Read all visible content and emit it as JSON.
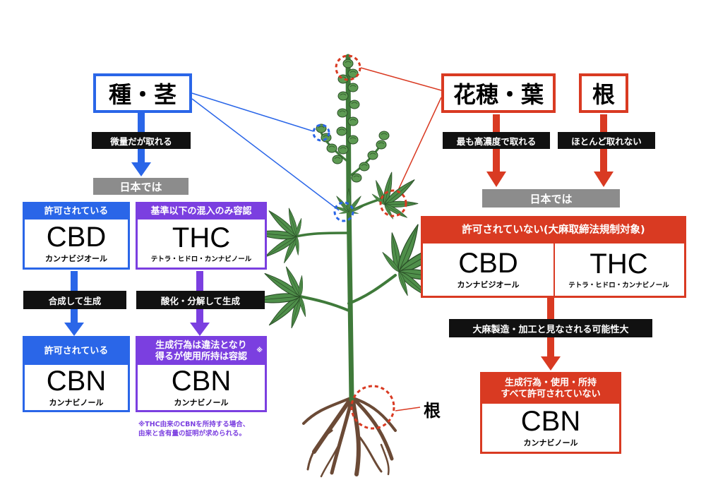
{
  "left": {
    "title": "種・茎",
    "pill1": "微量だが取れる",
    "japan": "日本では",
    "cbd": {
      "header": "許可されている",
      "name": "CBD",
      "sub": "カンナビジオール"
    },
    "thc": {
      "header": "基準以下の混入のみ容認",
      "name": "THC",
      "sub": "テトラ・ヒドロ・カンナビノール"
    },
    "pill_cbd": "合成して生成",
    "pill_thc": "酸化・分解して生成",
    "cbn_blue": {
      "header": "許可されている",
      "name": "CBN",
      "sub": "カンナビノール"
    },
    "cbn_purple": {
      "header_line1": "生成行為は違法となり",
      "header_line2": "得るが使用所持は容認",
      "mark": "※",
      "name": "CBN",
      "sub": "カンナビノール"
    },
    "note_line1": "※THC由来のCBNを所持する場合、",
    "note_line2": "由来と含有量の証明が求められる。"
  },
  "right": {
    "title_flower": "花穂・葉",
    "title_root": "根",
    "pill_flower": "最も高濃度で取れる",
    "pill_root": "ほとんど取れない",
    "japan": "日本では",
    "header": "許可されていない(大麻取締法規制対象)",
    "cbd": {
      "name": "CBD",
      "sub": "カンナビジオール"
    },
    "thc": {
      "name": "THC",
      "sub": "テトラ・ヒドロ・カンナビノール"
    },
    "pill_possibility": "大麻製造・加工と見なされる可能性大",
    "cbn": {
      "header_line1": "生成行為・使用・所持",
      "header_line2": "すべて許可されていない",
      "name": "CBN",
      "sub": "カンナビノール"
    }
  },
  "plant": {
    "root_label": "根"
  },
  "colors": {
    "blue": "#2a66e8",
    "red": "#d93a22",
    "purple": "#7b3fe0",
    "leaf": "#4f8f4a",
    "root": "#6b4a36"
  }
}
